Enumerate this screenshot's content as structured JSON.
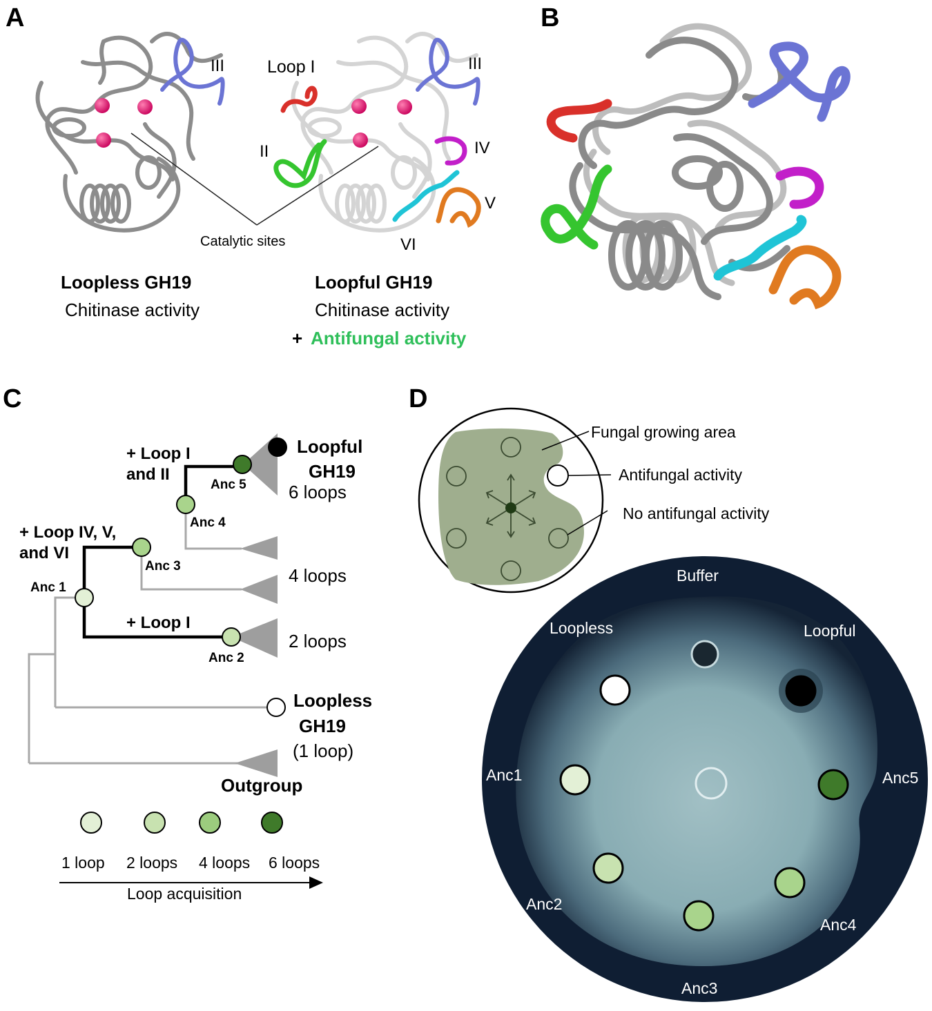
{
  "panels": {
    "a": {
      "letter": "A",
      "loop_labels": {
        "loop1": "Loop I",
        "loop2": "II",
        "loop3_left": "III",
        "loop3_right": "III",
        "loop4": "IV",
        "loop5": "V",
        "loop6": "VI"
      },
      "catalytic_label": "Catalytic sites",
      "loopless": {
        "title": "Loopless GH19",
        "activity": "Chitinase activity"
      },
      "loopful": {
        "title": "Loopful GH19",
        "activity": "Chitinase activity",
        "plus": "+",
        "antifungal": "Antifungal activity"
      }
    },
    "b": {
      "letter": "B"
    },
    "c": {
      "letter": "C",
      "annotations": {
        "loop4_5_6": [
          "+ Loop IV, V,",
          "and VI"
        ],
        "loop1_2": [
          "+ Loop I",
          "and II"
        ],
        "loop1": "+ Loop I"
      },
      "nodes": {
        "anc1": "Anc 1",
        "anc2": "Anc 2",
        "anc3": "Anc 3",
        "anc4": "Anc 4",
        "anc5": "Anc 5"
      },
      "clades": {
        "loopful": [
          "Loopful",
          "GH19",
          "6 loops"
        ],
        "four": "4 loops",
        "two": "2 loops",
        "loopless": [
          "Loopless",
          "GH19",
          "(1 loop)"
        ],
        "outgroup": "Outgroup"
      },
      "legend": {
        "items": [
          "1 loop",
          "2 loops",
          "4 loops",
          "6 loops"
        ],
        "arrow_label": "Loop acquisition"
      },
      "colors": {
        "loop1": "#e3f0d6",
        "loop2": "#c8e2b0",
        "loop4": "#9ccc7e",
        "loop6": "#3f7a2a",
        "loopful": "#000000",
        "loopless": "#ffffff"
      }
    },
    "d": {
      "letter": "D",
      "schematic": {
        "fungal": "Fungal growing area",
        "antifungal": "Antifungal activity",
        "no_antifungal": "No antifungal activity"
      },
      "plate": {
        "buffer": "Buffer",
        "loopless": "Loopless",
        "loopful": "Loopful",
        "anc1": "Anc1",
        "anc2": "Anc2",
        "anc3": "Anc3",
        "anc4": "Anc4",
        "anc5": "Anc5"
      }
    }
  }
}
